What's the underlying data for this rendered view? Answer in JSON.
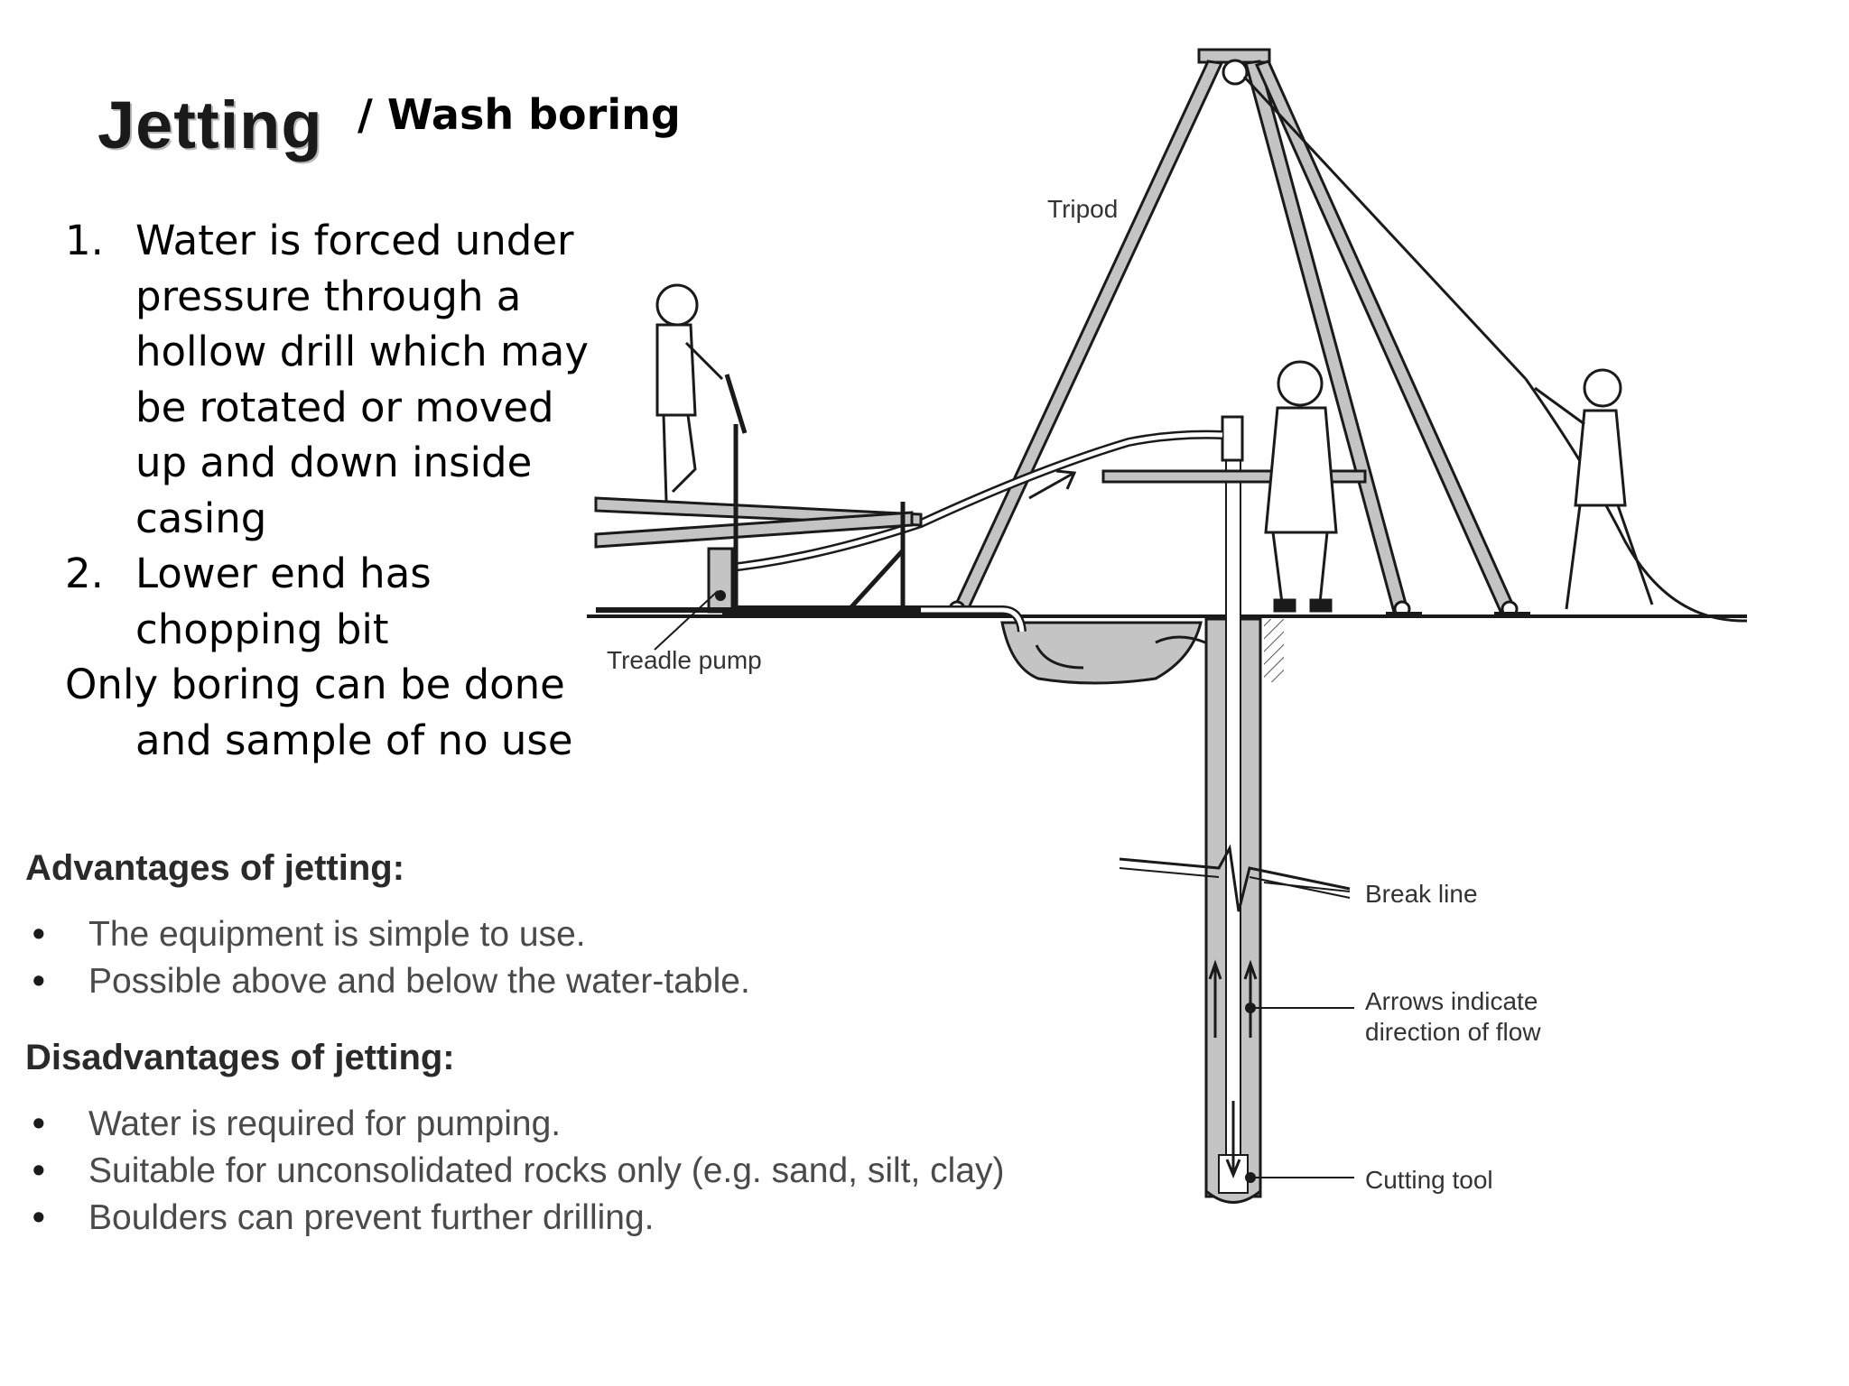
{
  "heading": {
    "title": "Jetting",
    "subtitle": "/ Wash boring"
  },
  "steps": [
    {
      "num": "1.",
      "text": "Water is forced under pressure through a hollow drill  which may be rotated or moved up and down inside casing"
    },
    {
      "num": "2.",
      "text": "Lower end has chopping bit"
    }
  ],
  "note": "Only boring can be done and sample  of no use",
  "advantages": {
    "heading": "Advantages of jetting:",
    "items": [
      "The equipment is simple to use.",
      "Possible above and below the water-table."
    ]
  },
  "disadvantages": {
    "heading": "Disadvantages of jetting:",
    "items": [
      "Water is required for pumping.",
      "Suitable for unconsolidated rocks only (e.g. sand, silt, clay)",
      "Boulders can prevent further drilling."
    ]
  },
  "diagram_labels": {
    "tripod": "Tripod",
    "treadle_pump": "Treadle pump",
    "break_line": "Break line",
    "arrows_line1": "Arrows indicate",
    "arrows_line2": "direction of flow",
    "cutting_tool": "Cutting tool"
  },
  "bullet": "•",
  "colors": {
    "ground_fill": "#c4c4c4",
    "line": "#1a1a1a",
    "bullet_text": "#4a4a4a"
  }
}
